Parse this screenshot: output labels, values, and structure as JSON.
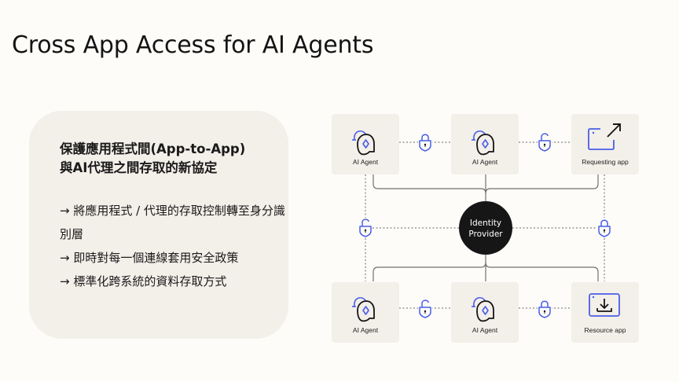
{
  "slide": {
    "title": "Cross App Access for AI Agents"
  },
  "panel": {
    "heading_line1": "保護應用程式間(App-to-App)",
    "heading_line2": "與AI代理之間存取的新協定",
    "bullets": [
      "→ 將應用程式 / 代理的存取控制轉至身分識別層",
      "→ 即時對每一個連線套用安全政策",
      "→ 標準化跨系統的資料存取方式"
    ]
  },
  "diagram": {
    "colors": {
      "accent": "#4a5ee8",
      "card_bg": "#f3efe9",
      "hub_bg": "#161616",
      "line": "#707070"
    },
    "hub": {
      "line1": "Identity",
      "line2": "Provider"
    },
    "top_row": [
      {
        "label": "AI Agent",
        "icon": "ai-agent-icon"
      },
      {
        "label": "AI Agent",
        "icon": "ai-agent-icon"
      },
      {
        "label": "Requesting app",
        "icon": "external-link-window-icon"
      }
    ],
    "bottom_row": [
      {
        "label": "AI Agent",
        "icon": "ai-agent-icon"
      },
      {
        "label": "AI Agent",
        "icon": "ai-agent-icon"
      },
      {
        "label": "Resource app",
        "icon": "download-window-icon"
      }
    ],
    "locks": {
      "top_left": "locked",
      "top_right": "unlocked",
      "middle_left": "unlocked",
      "middle_right": "locked",
      "bottom_left": "unlocked",
      "bottom_right": "locked"
    }
  }
}
